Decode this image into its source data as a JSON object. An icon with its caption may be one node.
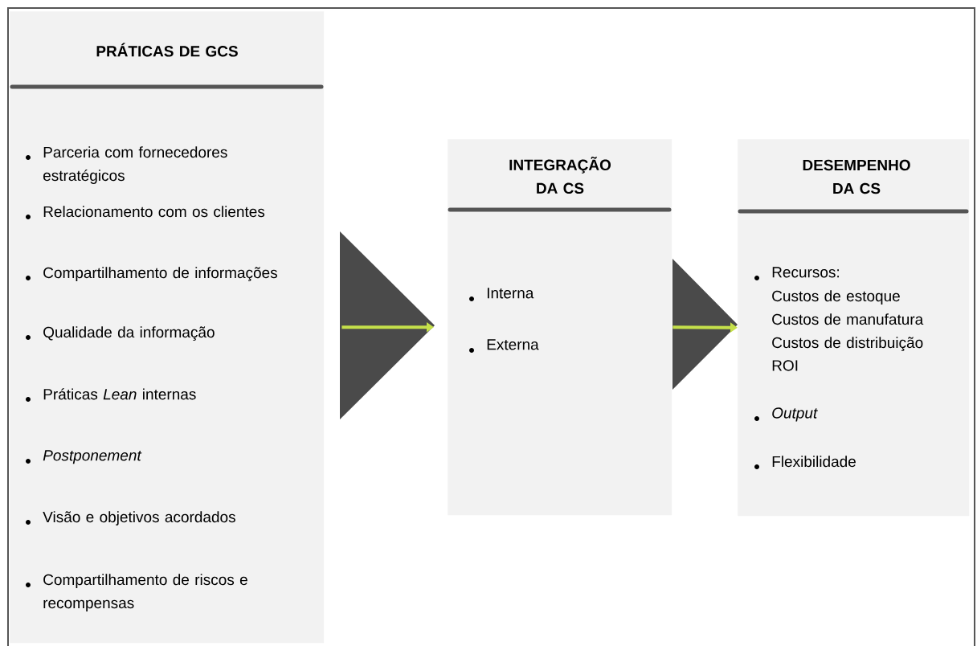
{
  "diagram": {
    "nodes": [
      {
        "text": [
          "PRÁTICAS  DE GCS",
          "Parceria com fornecedores estratégicos",
          "Relacionamento com os clientes",
          "Compartilhamento de informações",
          "Qualidade da informação",
          "Práticas *Lean* internas",
          "Postponement",
          "Visão e objetivos acordados",
          "Compartilhamento de riscos e recompensas"
        ]
      },
      {
        "text": [
          "INTEGRAÇÃO DA CS",
          "Interna",
          "Externa"
        ]
      },
      {
        "text": [
          "DESEMPENHO DA CS",
          "Recursos:",
          "Custos de estoque",
          "Custos de manufatura",
          "Custos de distribuição",
          "ROI",
          "Output",
          "Flexibilidade"
        ]
      }
    ],
    "edges": [
      {
        "from": 0,
        "to": 1,
        "arrow": "to"
      },
      {
        "from": 1,
        "to": 2,
        "arrow": "to"
      }
    ]
  }
}
